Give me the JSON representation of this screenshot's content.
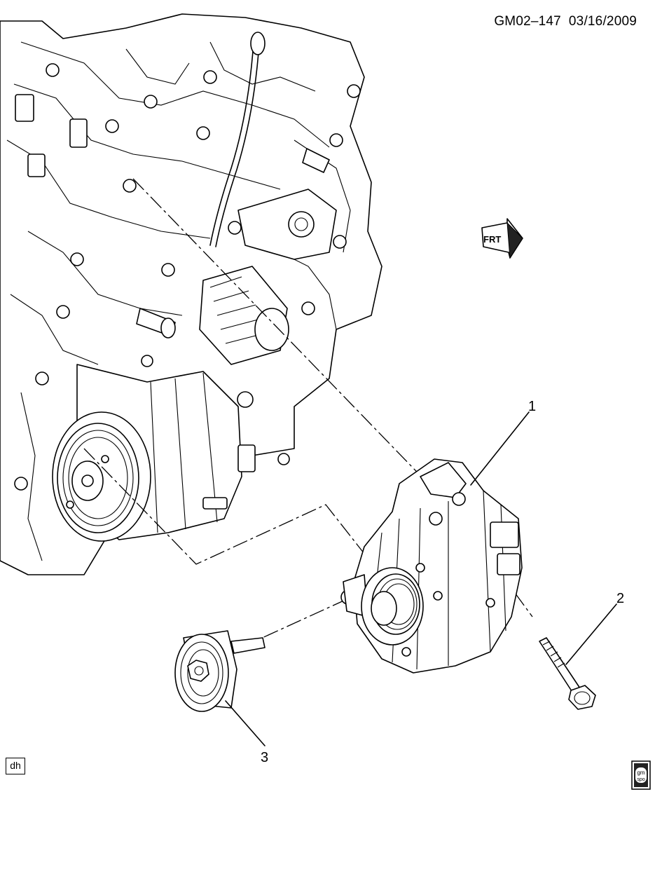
{
  "header": {
    "code": "GM02–147",
    "date": "03/16/2009"
  },
  "callouts": {
    "c1": "1",
    "c2": "2",
    "c3": "3"
  },
  "corner_tag": "dh",
  "badge": {
    "top": "gm",
    "bottom": "spo"
  },
  "front_arrow": {
    "label": "FRT"
  }
}
